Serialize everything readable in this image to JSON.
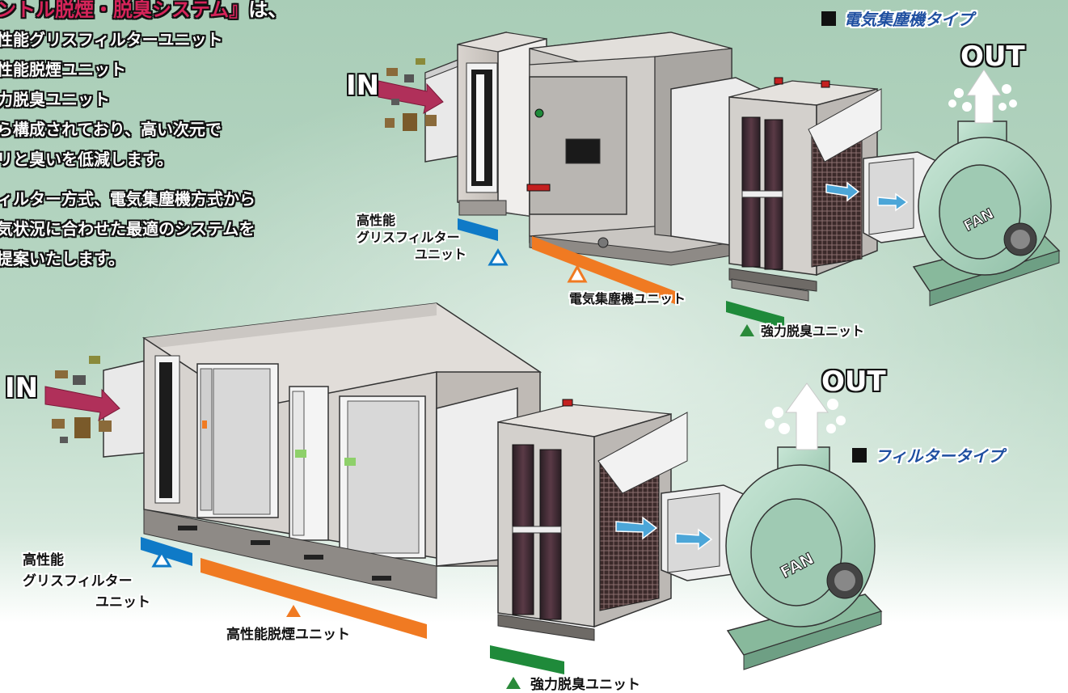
{
  "intro": {
    "lead_red": "ントル脱煙・脱臭システム』",
    "lead_tail": "は、",
    "lines": [
      "性能グリスフィルターユニット",
      "性能脱煙ユニット",
      "力脱臭ユニット",
      "ら構成されており、高い次元で",
      "リと臭いを低減します。",
      "",
      "ィルター方式、電気集塵機方式から",
      "気状況に合わせた最適のシステムを",
      "提案いたします。"
    ]
  },
  "top_system": {
    "type_label": "電気集塵機タイプ",
    "in_label": "IN",
    "out_label": "OUT",
    "fan_label": "FAN",
    "unit_grease": [
      "高性能",
      "グリスフィルター",
      "ユニット"
    ],
    "unit_esp": "電気集塵機ユニット",
    "unit_deodor": "強力脱臭ユニット"
  },
  "bottom_system": {
    "type_label": "フィルタータイプ",
    "in_label": "IN",
    "out_label": "OUT",
    "fan_label": "FAN",
    "unit_grease": [
      "高性能",
      "グリスフィルター",
      "ユニット"
    ],
    "unit_smoke": "高性能脱煙ユニット",
    "unit_deodor": "強力脱臭ユニット"
  },
  "colors": {
    "blue_unit": "#0f7ac7",
    "orange_unit": "#f07a22",
    "green_unit": "#1f8a3a",
    "type_label": "#1f4fa0",
    "arrow_in": "#b0305a",
    "fan_green": "#a9d3bd"
  },
  "icons": [
    "arrow-right-icon",
    "arrow-up-icon",
    "triangle-up-icon",
    "square-bullet-icon"
  ]
}
